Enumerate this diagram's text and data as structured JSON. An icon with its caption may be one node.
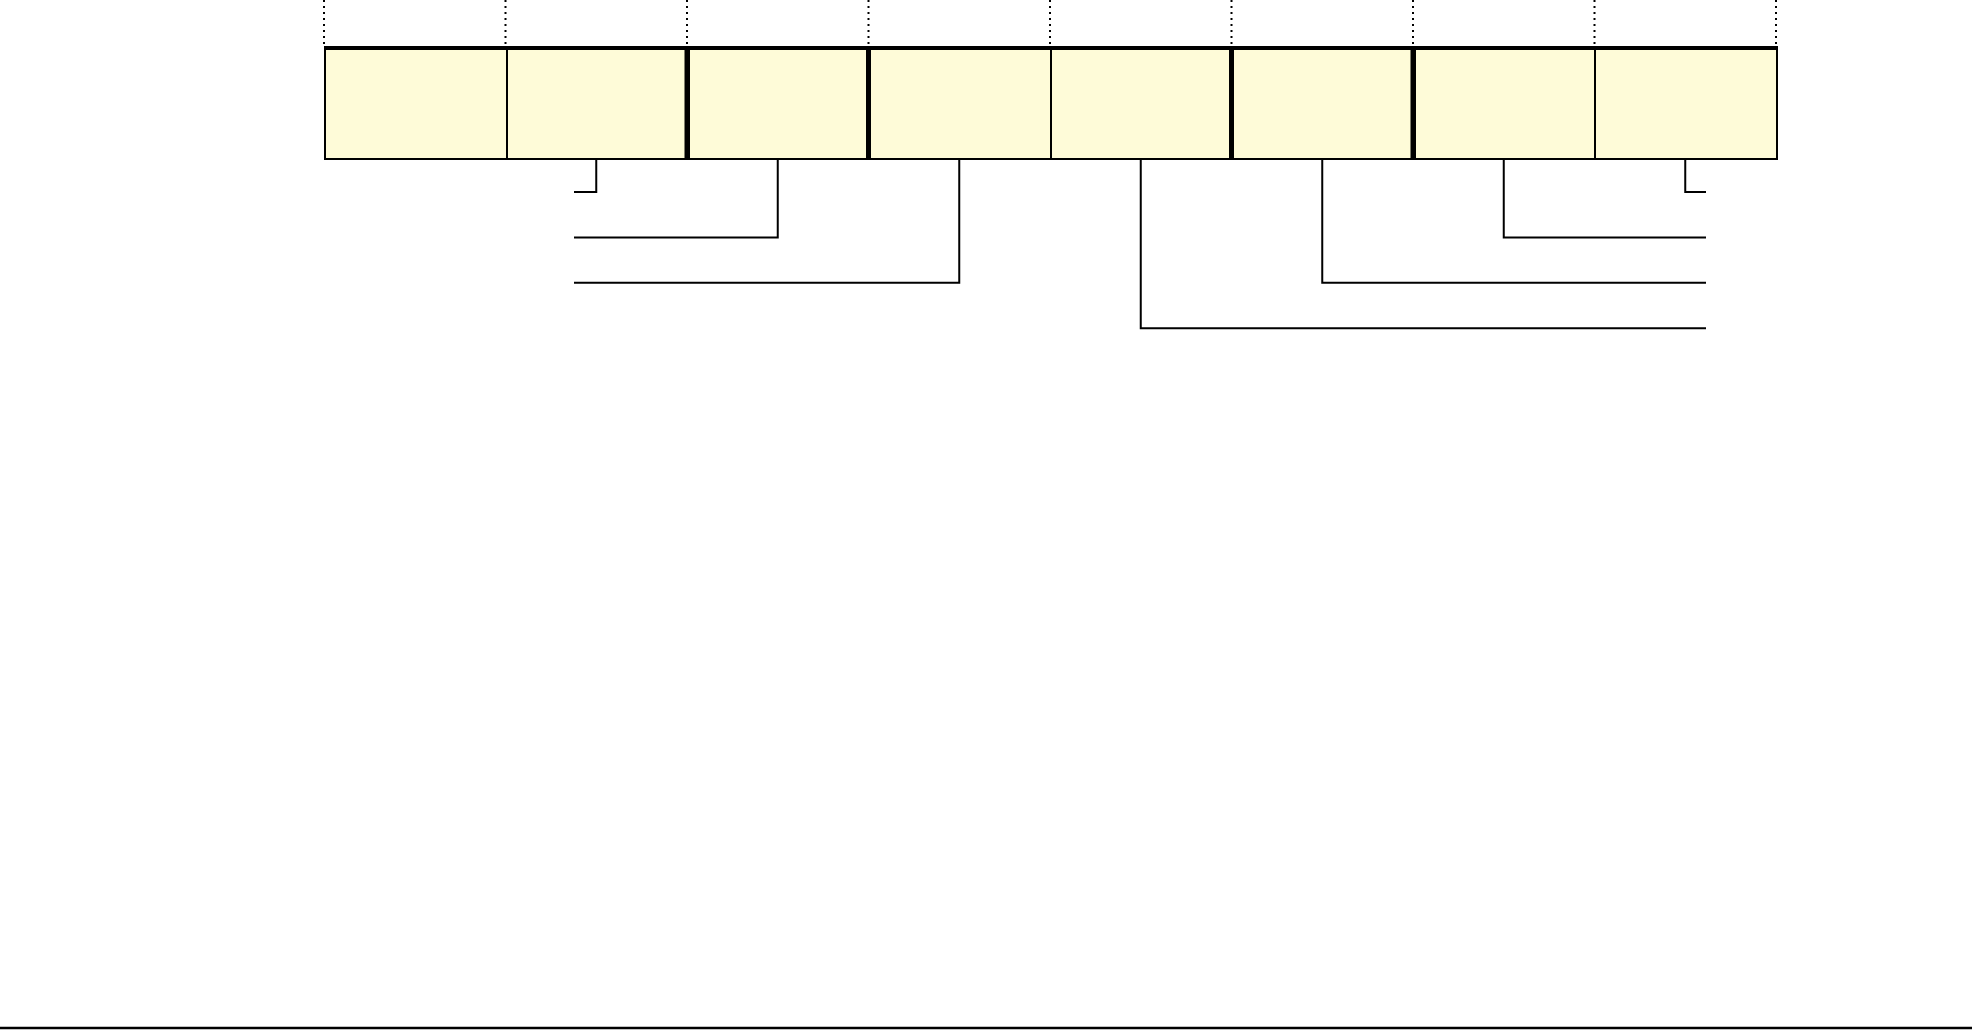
{
  "diagram": {
    "nodes": [
      {
        "text": [],
        "shape": "box"
      },
      {
        "text": [],
        "shape": "box"
      },
      {
        "text": [],
        "shape": "box"
      },
      {
        "text": [],
        "shape": "box"
      },
      {
        "text": [],
        "shape": "box"
      },
      {
        "text": [],
        "shape": "box"
      },
      {
        "text": [],
        "shape": "box"
      },
      {
        "text": [],
        "shape": "box"
      }
    ],
    "edges": [
      {
        "from": 1,
        "to": null,
        "arrow": "none"
      },
      {
        "from": 2,
        "to": null,
        "arrow": "none"
      },
      {
        "from": 3,
        "to": null,
        "arrow": "none"
      },
      {
        "from": 4,
        "to": null,
        "arrow": "none"
      },
      {
        "from": 5,
        "to": null,
        "arrow": "none"
      },
      {
        "from": 6,
        "to": null,
        "arrow": "none"
      },
      {
        "from": 7,
        "to": null,
        "arrow": "none"
      }
    ]
  }
}
